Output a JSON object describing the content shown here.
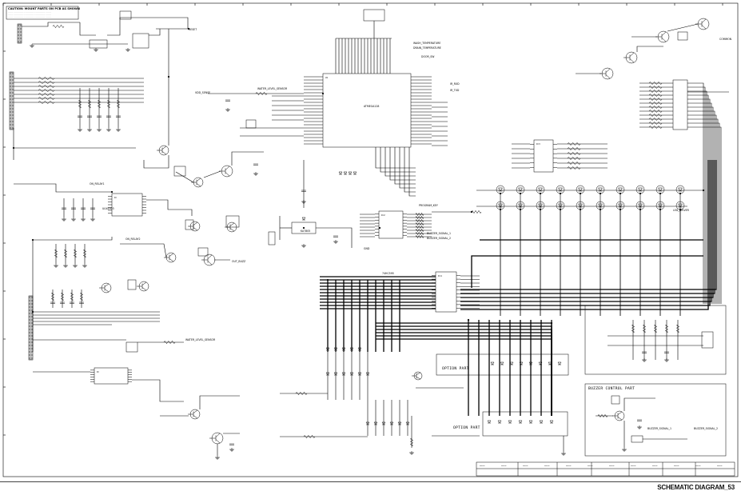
{
  "footer_label": "SCHEMATIC DIAGRAM_53",
  "signals": {
    "relay1": "ON_RELAY1",
    "relay2": "ON_RELAY2",
    "reset": "RESET",
    "vdd_sense": "VDD_SENSE",
    "water_level_sensor": "WATER_LEVEL_SENSOR",
    "wash_temp": "WASH_TEMPERATURE",
    "drain_temp": "DRAIN_TEMPERATURE",
    "door_sw": "DOOR_SW",
    "out_buzz": "OUT_BUZZ",
    "buzzer_1": "BUZZER_SIGNAL_1",
    "buzzer_2": "BUZZER_SIGNAL_2",
    "ir_rx": "IR_RXD",
    "ir_tx": "IR_TXD",
    "mcu_name": "ATMEGA128",
    "key_group": "PROGRAM_KEY",
    "led_group": "LED_DRIVER",
    "common": "COMMON",
    "relay_driver": "ULN2003",
    "regulator": "KA7805",
    "ground": "GND",
    "shift_register": "74HC595"
  },
  "blocks": {
    "option_1": "OPTION PART",
    "option_2": "OPTION PART",
    "buzzer": "BUZZER CONTROL PART",
    "note": "CAUTION: MOUNT PARTS ON PCB AS SHOWN"
  }
}
